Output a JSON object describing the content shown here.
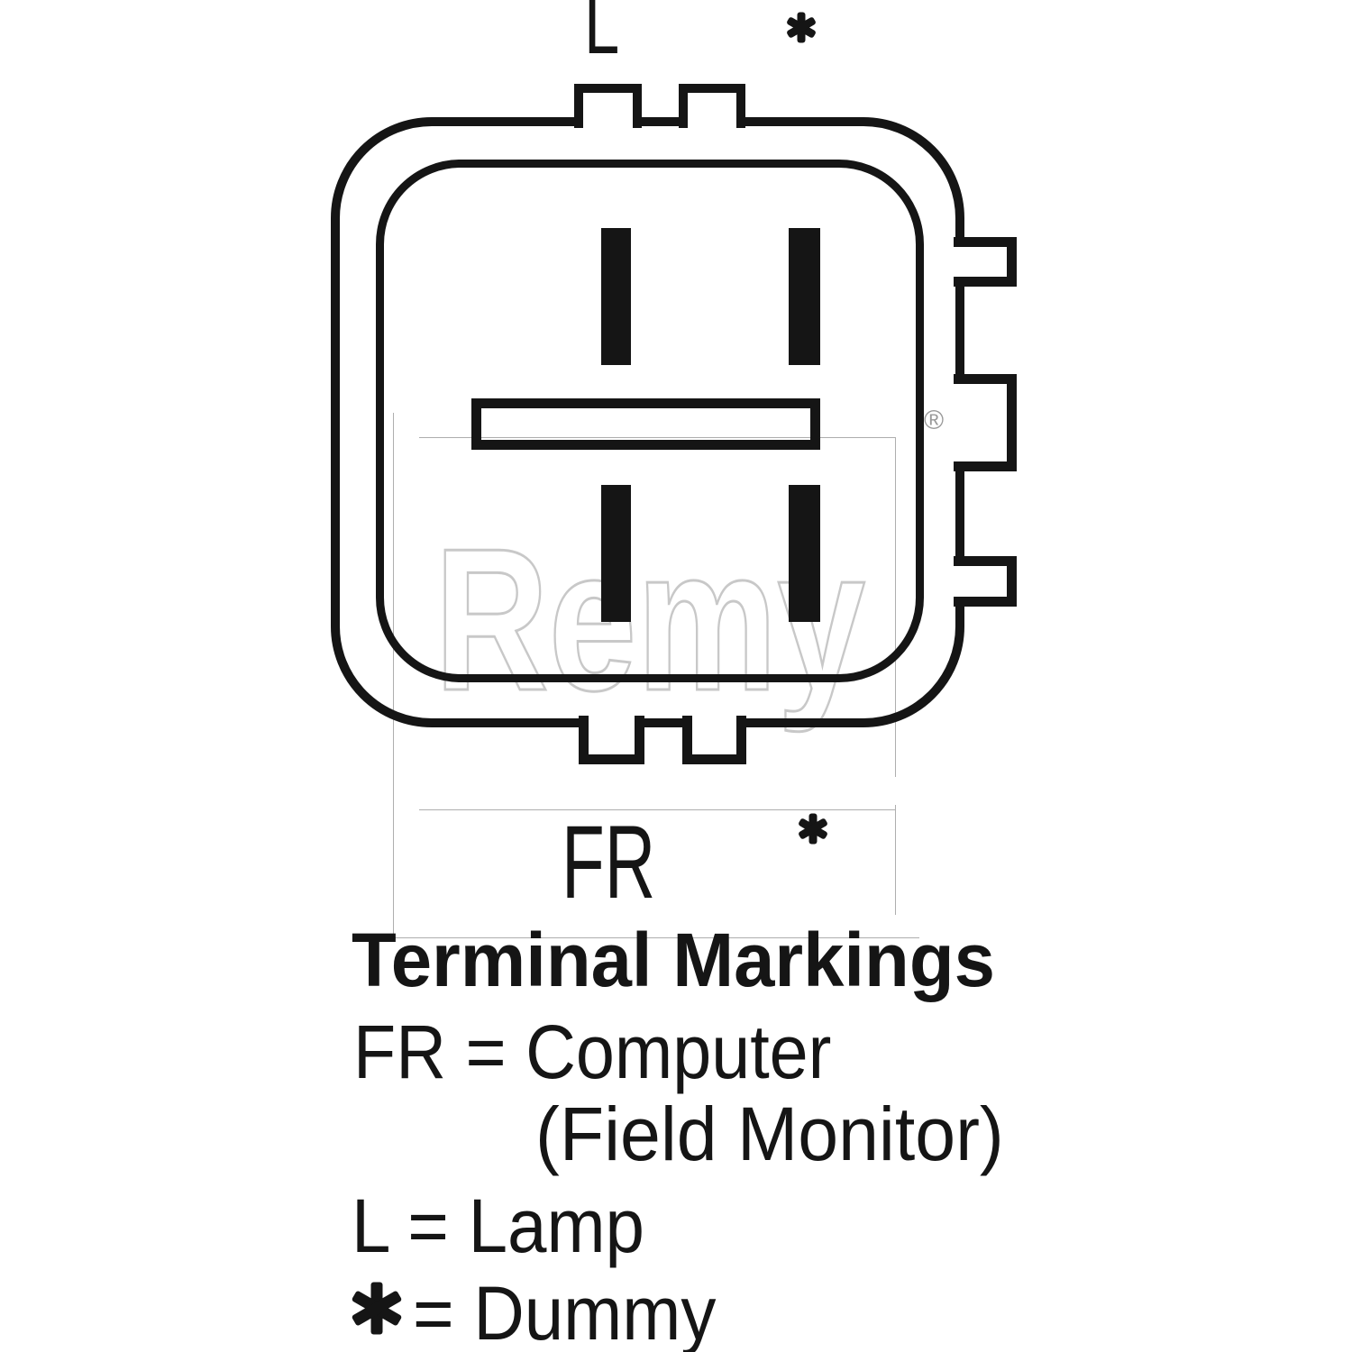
{
  "diagram": {
    "top_labels": {
      "lamp": "L",
      "dummy": "*"
    },
    "pin_labels": {
      "field_monitor": "FR",
      "dummy": "*"
    },
    "legend": {
      "title": "Terminal Markings",
      "line_computer": "FR = Computer",
      "line_field_monitor": "(Field Monitor)",
      "line_lamp": "L = Lamp",
      "dummy_symbol": "*",
      "line_dummy": "= Dummy"
    },
    "watermark": {
      "brand": "Remy",
      "registered": "®"
    },
    "colors": {
      "line": "#151515",
      "background": "#ffffff",
      "watermark_text": "#c8c8c8",
      "watermark_line": "#9a9a9a"
    }
  }
}
